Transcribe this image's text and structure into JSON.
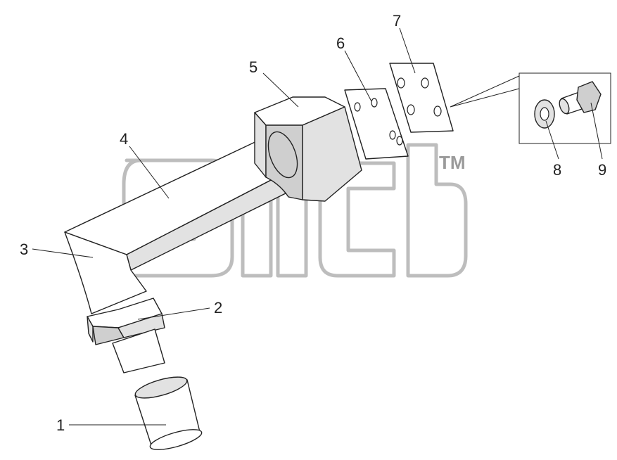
{
  "diagram": {
    "watermark_trademark": "TM",
    "callouts": [
      {
        "id": "1",
        "label": "1"
      },
      {
        "id": "2",
        "label": "2"
      },
      {
        "id": "3",
        "label": "3"
      },
      {
        "id": "4",
        "label": "4"
      },
      {
        "id": "5",
        "label": "5"
      },
      {
        "id": "6",
        "label": "6"
      },
      {
        "id": "7",
        "label": "7"
      },
      {
        "id": "8",
        "label": "8"
      },
      {
        "id": "9",
        "label": "9"
      }
    ],
    "colors": {
      "line": "#222222",
      "shade_light": "#e2e2e2",
      "shade_dark": "#cfcfcf",
      "watermark": "#bdbdbd"
    }
  }
}
